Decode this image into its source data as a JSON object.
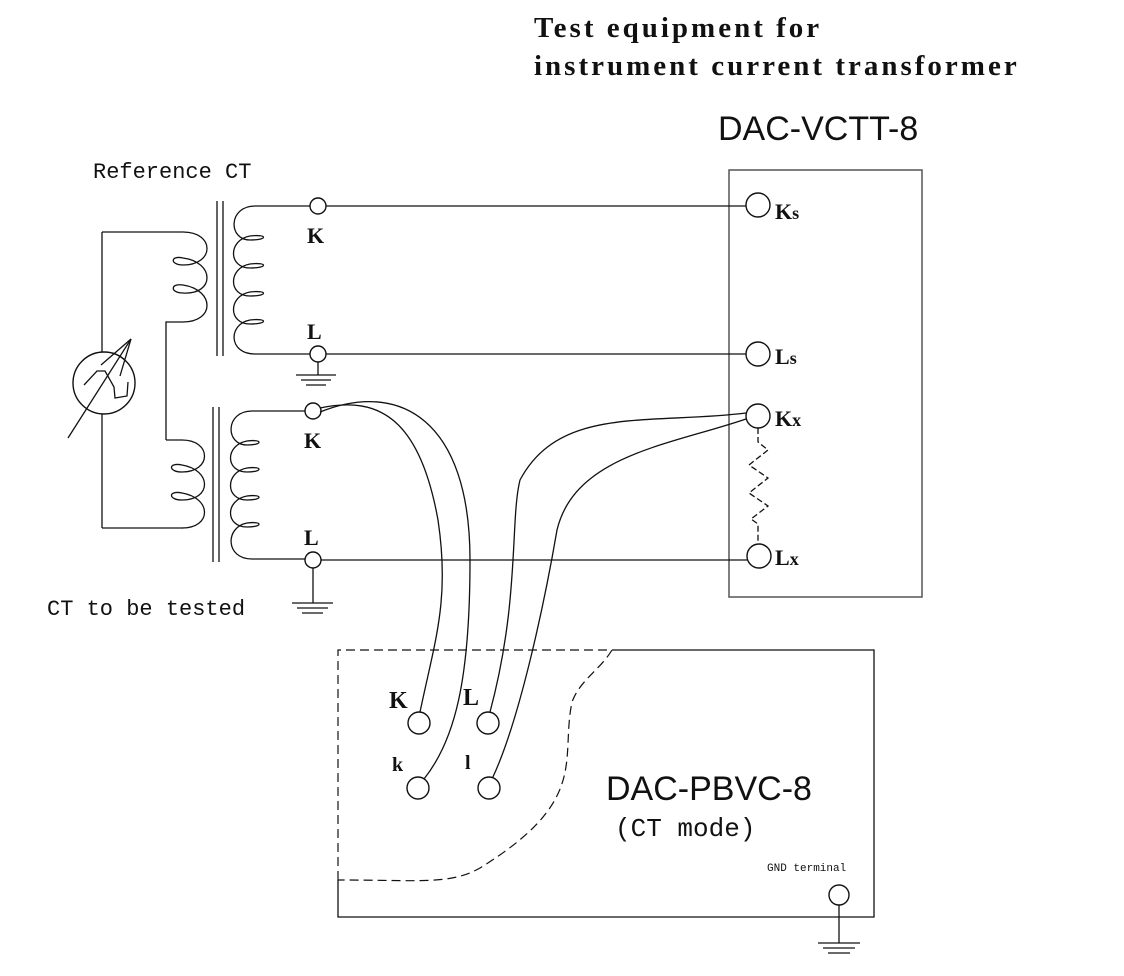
{
  "title": {
    "line1": "Test equipment for",
    "line2": "instrument current transformer"
  },
  "devices": {
    "tester": {
      "model": "DAC-VCTT-8",
      "terminals": [
        {
          "main": "K",
          "sub": "s"
        },
        {
          "main": "L",
          "sub": "s"
        },
        {
          "main": "K",
          "sub": "x"
        },
        {
          "main": "L",
          "sub": "x"
        }
      ]
    },
    "burden_box": {
      "model": "DAC-PBVC-8",
      "mode": "(CT mode)",
      "terminals": [
        "K",
        "L",
        "k",
        "l"
      ],
      "gnd_label": "GND terminal"
    }
  },
  "reference_ct": {
    "label": "Reference CT",
    "terminals": [
      "K",
      "L"
    ]
  },
  "test_ct": {
    "label": "CT to be tested",
    "terminals": [
      "K",
      "L"
    ]
  },
  "icons": [
    "ac-current-source-icon",
    "ground-icon",
    "resistor-icon",
    "transformer-coil-icon"
  ]
}
